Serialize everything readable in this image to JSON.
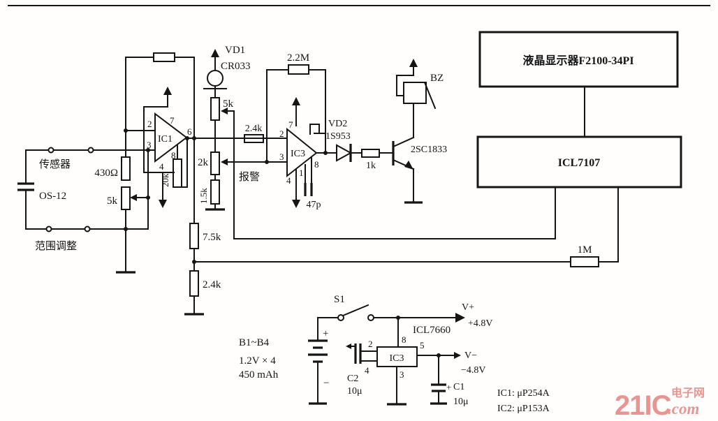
{
  "colors": {
    "ink": "#151515",
    "background": "#ffffff",
    "watermark": "#ea9492"
  },
  "labels": {
    "sensor_label": "传感器",
    "sensor_model": "OS-12",
    "range_adjust": "范围调整",
    "r_430": "430Ω",
    "r_5k_gain": "5k",
    "ic1_name": "IC1",
    "ic1_pin2": "2",
    "ic1_pin7": "7",
    "ic1_pin3": "3",
    "ic1_pin6": "6",
    "ic1_pin4": "4",
    "ic1_pin8": "8",
    "r_20k": "20k",
    "vd1_name": "VD1",
    "vd1_model": "CR033",
    "r_5k_set": "5k",
    "r_2k": "2k",
    "r_1k5": "1.5k",
    "r_2k4_in": "2.4k",
    "alarm_label": "报警",
    "r_2m2": "2.2M",
    "ic3_name": "IC3",
    "ic3_pin2": "2",
    "ic3_pin7": "7",
    "ic3_pin3": "3",
    "ic3_pin4": "4",
    "ic3_pin1": "1",
    "ic3_pin8": "8",
    "c_47p": "47p",
    "vd2_name": "VD2",
    "vd2_model": "1S953",
    "r_1k": "1k",
    "transistor": "2SC1833",
    "buzzer": "BZ",
    "lcd_box": "液晶显示器F2100-34PI",
    "adc_box": "ICL7107",
    "r_1m": "1M",
    "r_7k5": "7.5k",
    "r_2k4_div": "2.4k",
    "s1": "S1",
    "battery_name": "B1~B4",
    "battery_v": "1.2V × 4",
    "battery_cap": "450 mAh",
    "charge_pump": "ICL7660",
    "ic3b_name": "IC3",
    "ic3b_pin2": "2",
    "ic3b_pin8": "8",
    "ic3b_pin5": "5",
    "ic3b_pin4": "4",
    "ic3b_pin3": "3",
    "c2_name": "C2",
    "c2_val": "10μ",
    "c1_plus": "+",
    "c1_name": "C1",
    "c1_val": "10μ",
    "vplus": "V+",
    "vplus_val": "+4.8V",
    "vminus": "V−",
    "vminus_val": "−4.8V",
    "bat_plus": "+",
    "bat_minus": "−",
    "ic_note1": "IC1: μP254A",
    "ic_note2": "IC2: μP153A",
    "wm_21ic": "21IC",
    "wm_dianziwang": "电子网",
    "wm_com": ".com"
  }
}
